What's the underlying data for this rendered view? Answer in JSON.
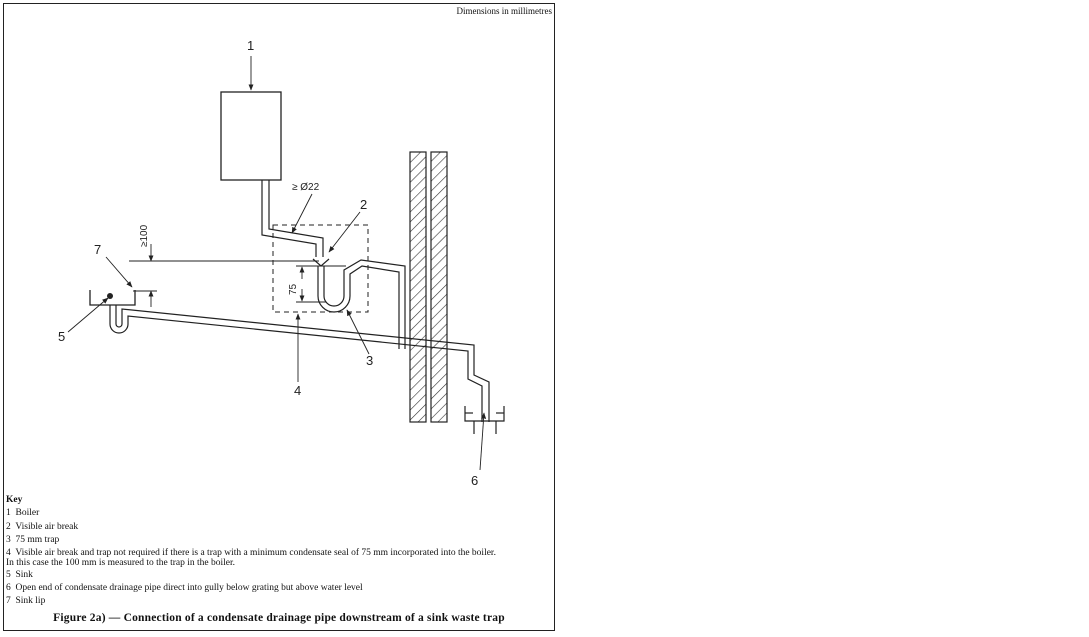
{
  "header": {
    "dimensions_note": "Dimensions in millimetres"
  },
  "diagram": {
    "callouts": [
      "1",
      "2",
      "3",
      "4",
      "5",
      "6",
      "7"
    ],
    "dim_diameter": "≥ Ø22",
    "dim_75": "75",
    "dim_100": "≥100"
  },
  "key": {
    "title": "Key",
    "items": [
      "1  Boiler",
      "2  Visible air break",
      "3  75 mm trap",
      "4  Visible air break and trap not required if there is a trap with a minimum condensate seal of 75 mm incorporated into the boiler.\nIn this case the 100 mm is measured to the trap in the boiler.",
      "5  Sink",
      "6  Open end of condensate drainage pipe direct into gully below grating but above water level",
      "7  Sink lip"
    ]
  },
  "caption": "Figure 2a) — Connection of a condensate drainage pipe downstream of a sink waste trap"
}
